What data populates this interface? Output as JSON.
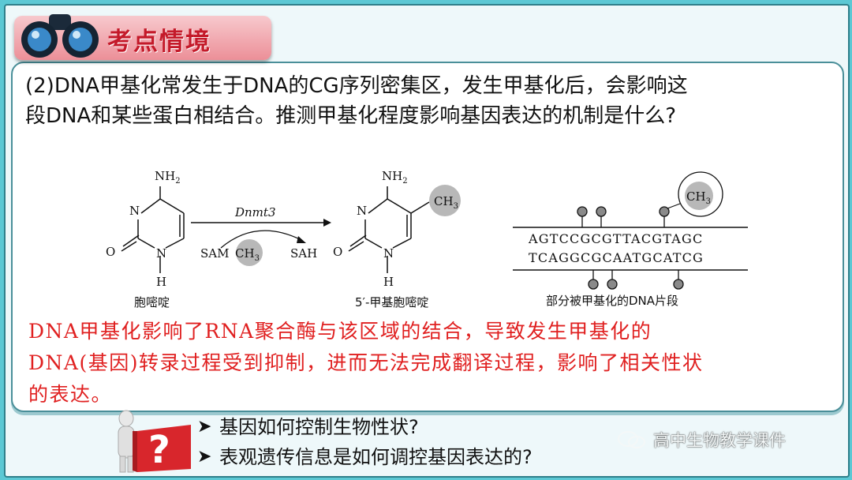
{
  "banner": {
    "title": "考点情境"
  },
  "question": {
    "line1": "(2)DNA甲基化常发生于DNA的CG序列密集区，发生甲基化后，会影响这",
    "line2": "段DNA和某些蛋白相结合。推测甲基化程度影响基因表达的机制是什么?"
  },
  "diagram": {
    "nh2": "NH",
    "nh2_sub": "2",
    "n": "N",
    "o": "O",
    "h": "H",
    "enzyme": "Dnmt3",
    "sam": "SAM",
    "ch3": "CH",
    "ch3_sub": "3",
    "sah": "SAH",
    "label_left": "胞嘧啶",
    "label_mid": "5′-甲基胞嘧啶",
    "strand_top": "AGTCCGCGTTACGTAGC",
    "strand_bottom": "TCAGGCGCAATGCATCG",
    "label_right": "部分被甲基化的DNA片段"
  },
  "answer": {
    "line1": "DNA甲基化影响了RNA聚合酶与该区域的结合，导致发生甲基化的",
    "line2": "DNA(基因)转录过程受到抑制，进而无法完成翻译过程，影响了相关性状",
    "line3": "的表达。"
  },
  "bullets": [
    {
      "marker": "➤",
      "text": "基因如何控制生物性状?"
    },
    {
      "marker": "➤",
      "text": "表观遗传信息是如何调控基因表达的?"
    }
  ],
  "watermark": {
    "text": "高中生物教学课件"
  },
  "colors": {
    "answer": "#e02020",
    "banner_text": "#c41a2a",
    "background": "#5cc8d4",
    "circle": "#b8b8b8"
  }
}
